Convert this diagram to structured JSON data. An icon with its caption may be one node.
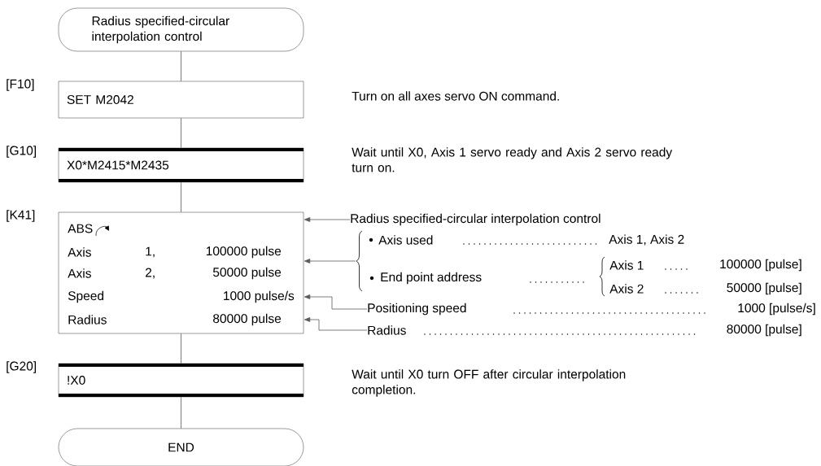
{
  "diagram": {
    "nodes": [
      {
        "text": [
          "Radius specified-circular interpolation control"
        ]
      },
      {
        "text": [
          "SET M2042"
        ],
        "beside": [
          "[F10]",
          "Turn on all axes servo ON command."
        ]
      },
      {
        "text": [
          "X0*M2415*M2435"
        ],
        "beside": [
          "[G10]",
          "Wait until X0, Axis 1 servo ready and Axis 2 servo ready turn on."
        ]
      },
      {
        "text": [
          "ABS",
          "Axis",
          "1,",
          "100000 pulse",
          "Axis",
          "2,",
          "50000 pulse",
          "Speed",
          "1000 pulse/s",
          "Radius",
          "80000 pulse"
        ],
        "beside": [
          "[K41]"
        ]
      },
      {
        "text": [
          "!X0"
        ],
        "beside": [
          "[G20]",
          "Wait until X0 turn OFF after circular interpolation completion."
        ]
      },
      {
        "text": [
          "END"
        ]
      },
      {
        "text": [
          "Radius specified-circular interpolation control"
        ]
      },
      {
        "text": [
          "Axis used",
          "Axis 1, Axis 2",
          "End point address",
          "Axis 1",
          "100000 [pulse]",
          "Axis 2",
          "50000 [pulse]"
        ]
      },
      {
        "text": [
          "Positioning speed",
          "1000 [pulse/s]"
        ]
      },
      {
        "text": [
          "Radius",
          "80000 [pulse]"
        ]
      }
    ],
    "edges": [
      {
        "from": 0,
        "to": 1,
        "arrow": "none"
      },
      {
        "from": 1,
        "to": 2,
        "arrow": "none"
      },
      {
        "from": 2,
        "to": 3,
        "arrow": "none"
      },
      {
        "from": 3,
        "to": 4,
        "arrow": "none"
      },
      {
        "from": 4,
        "to": 5,
        "arrow": "none"
      },
      {
        "from": 6,
        "to": 3,
        "arrow": "to"
      },
      {
        "from": 7,
        "to": 3,
        "arrow": "to"
      },
      {
        "from": 8,
        "to": 3,
        "arrow": "to"
      },
      {
        "from": 9,
        "to": 3,
        "arrow": "to"
      }
    ]
  }
}
